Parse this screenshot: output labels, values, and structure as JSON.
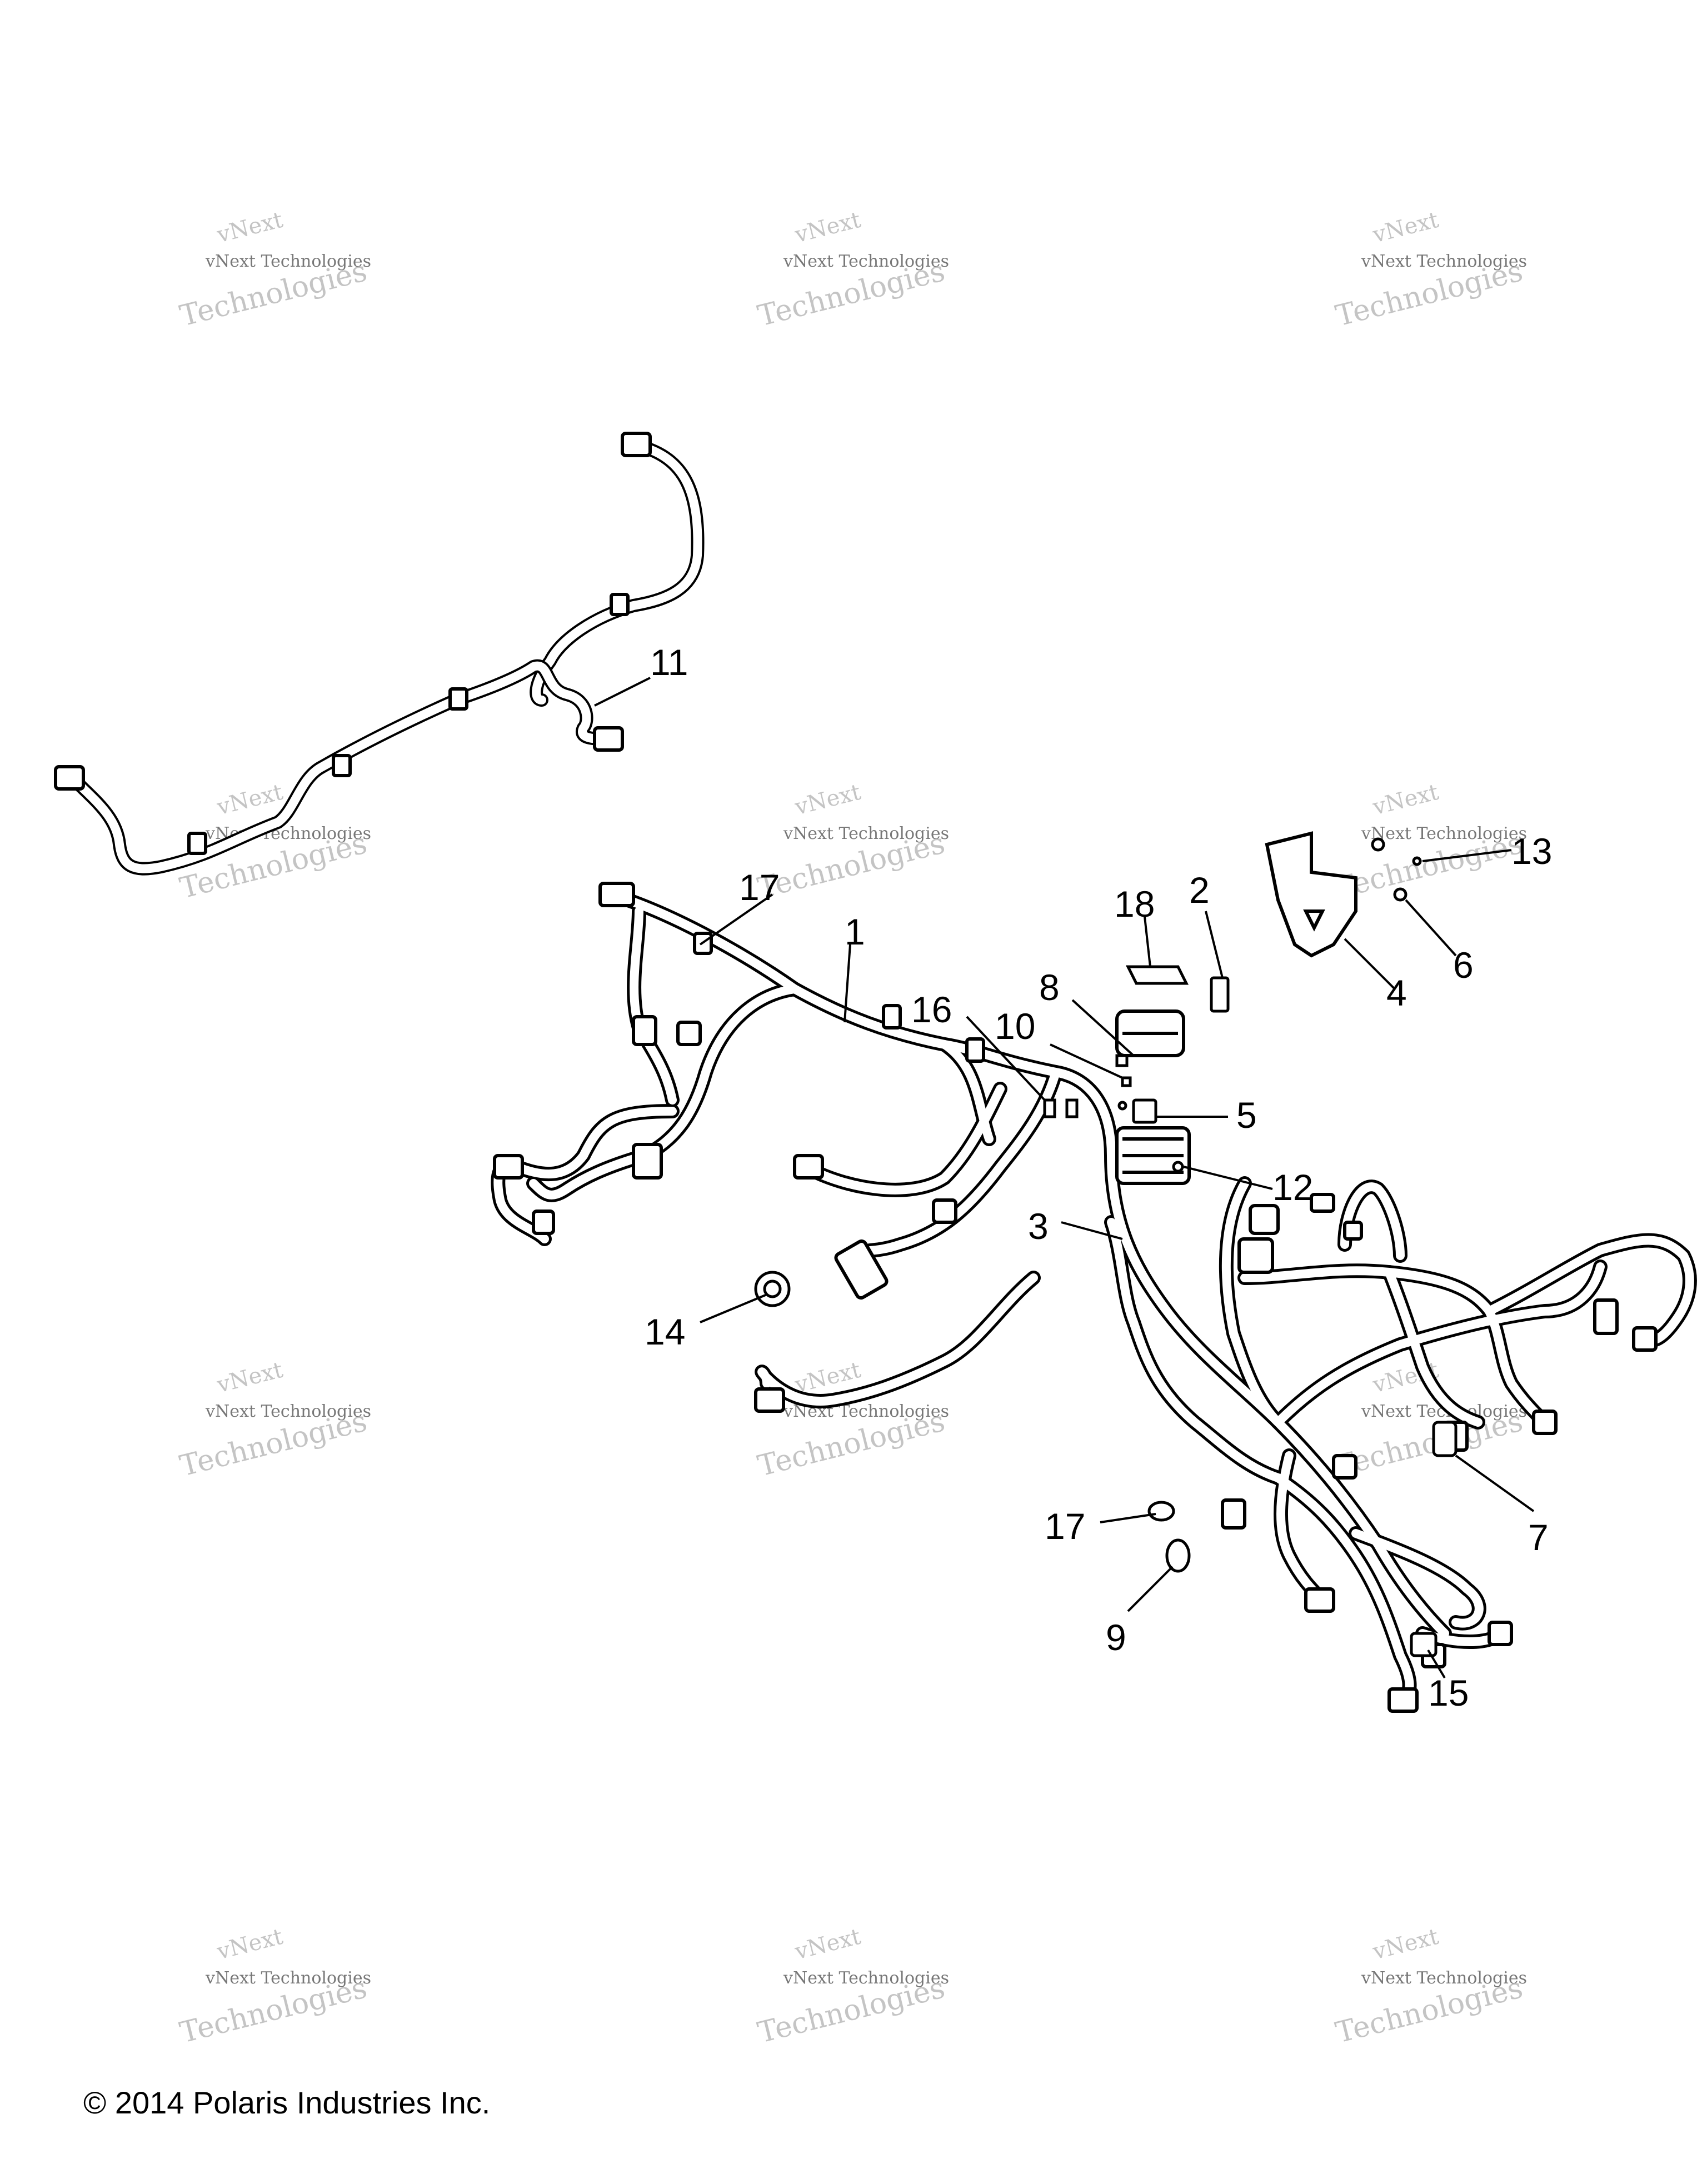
{
  "watermark": {
    "line1": "vNext Technologies",
    "line2": "Technologies",
    "line3": "vNext"
  },
  "callouts": [
    "1",
    "2",
    "3",
    "4",
    "5",
    "6",
    "7",
    "8",
    "9",
    "10",
    "11",
    "12",
    "13",
    "14",
    "15",
    "16",
    "17",
    "17",
    "18"
  ],
  "copyright": "© 2014 Polaris Industries Inc.",
  "colors": {
    "ink": "#000000",
    "watermark": "#bdbdbd"
  }
}
